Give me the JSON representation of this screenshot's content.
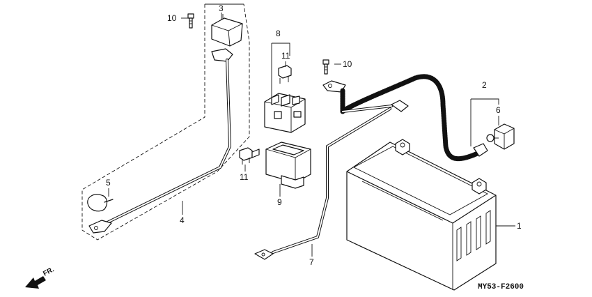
{
  "callouts": {
    "c1": "1",
    "c2": "2",
    "c3": "3",
    "c4": "4",
    "c5": "5",
    "c6": "6",
    "c7": "7",
    "c8": "8",
    "c9": "9",
    "c10a": "10",
    "c10b": "10",
    "c11a": "11",
    "c11b": "11"
  },
  "direction_label": "FR.",
  "diagram_code": "MY53-F2600",
  "icons": {
    "direction": "arrow-front-icon"
  }
}
